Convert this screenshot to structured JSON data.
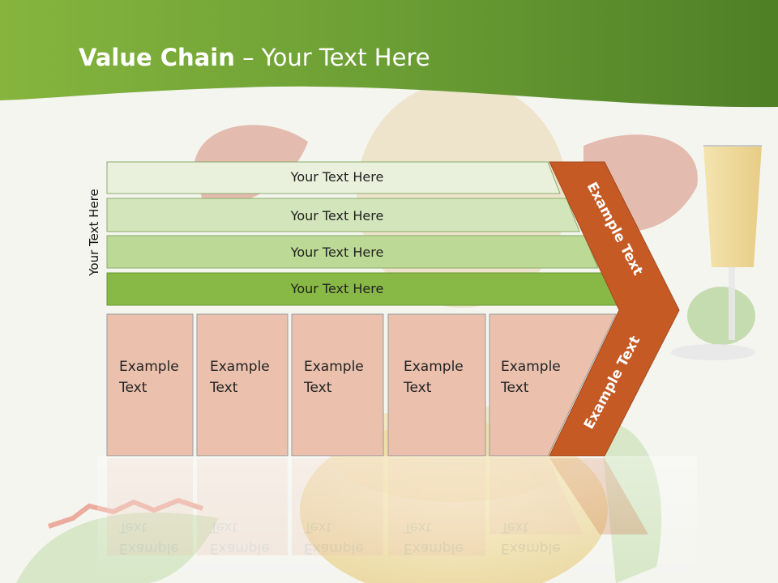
{
  "title": {
    "bold": "Value Chain",
    "rest": " – Your Text Here"
  },
  "side_label": "Your Text Here",
  "bars": [
    {
      "label": "Your Text Here",
      "color": "#e9f1dd"
    },
    {
      "label": "Your Text Here",
      "color": "#d3e6bb"
    },
    {
      "label": "Your Text Here",
      "color": "#bcd995"
    },
    {
      "label": "Your Text Here",
      "color": "#88b845"
    }
  ],
  "boxes": [
    {
      "line1": "Example",
      "line2": "Text"
    },
    {
      "line1": "Example",
      "line2": "Text"
    },
    {
      "line1": "Example",
      "line2": "Text"
    },
    {
      "line1": "Example",
      "line2": "Text"
    },
    {
      "line1": "Example",
      "line2": "Text"
    }
  ],
  "chevron": {
    "upper_label": "Example Text",
    "lower_label": "Example Text",
    "color": "#c55a24"
  },
  "colors": {
    "header": "#5a9a2c",
    "box_fill": "#ebc1ae",
    "box_stroke": "#9a9a9a"
  }
}
